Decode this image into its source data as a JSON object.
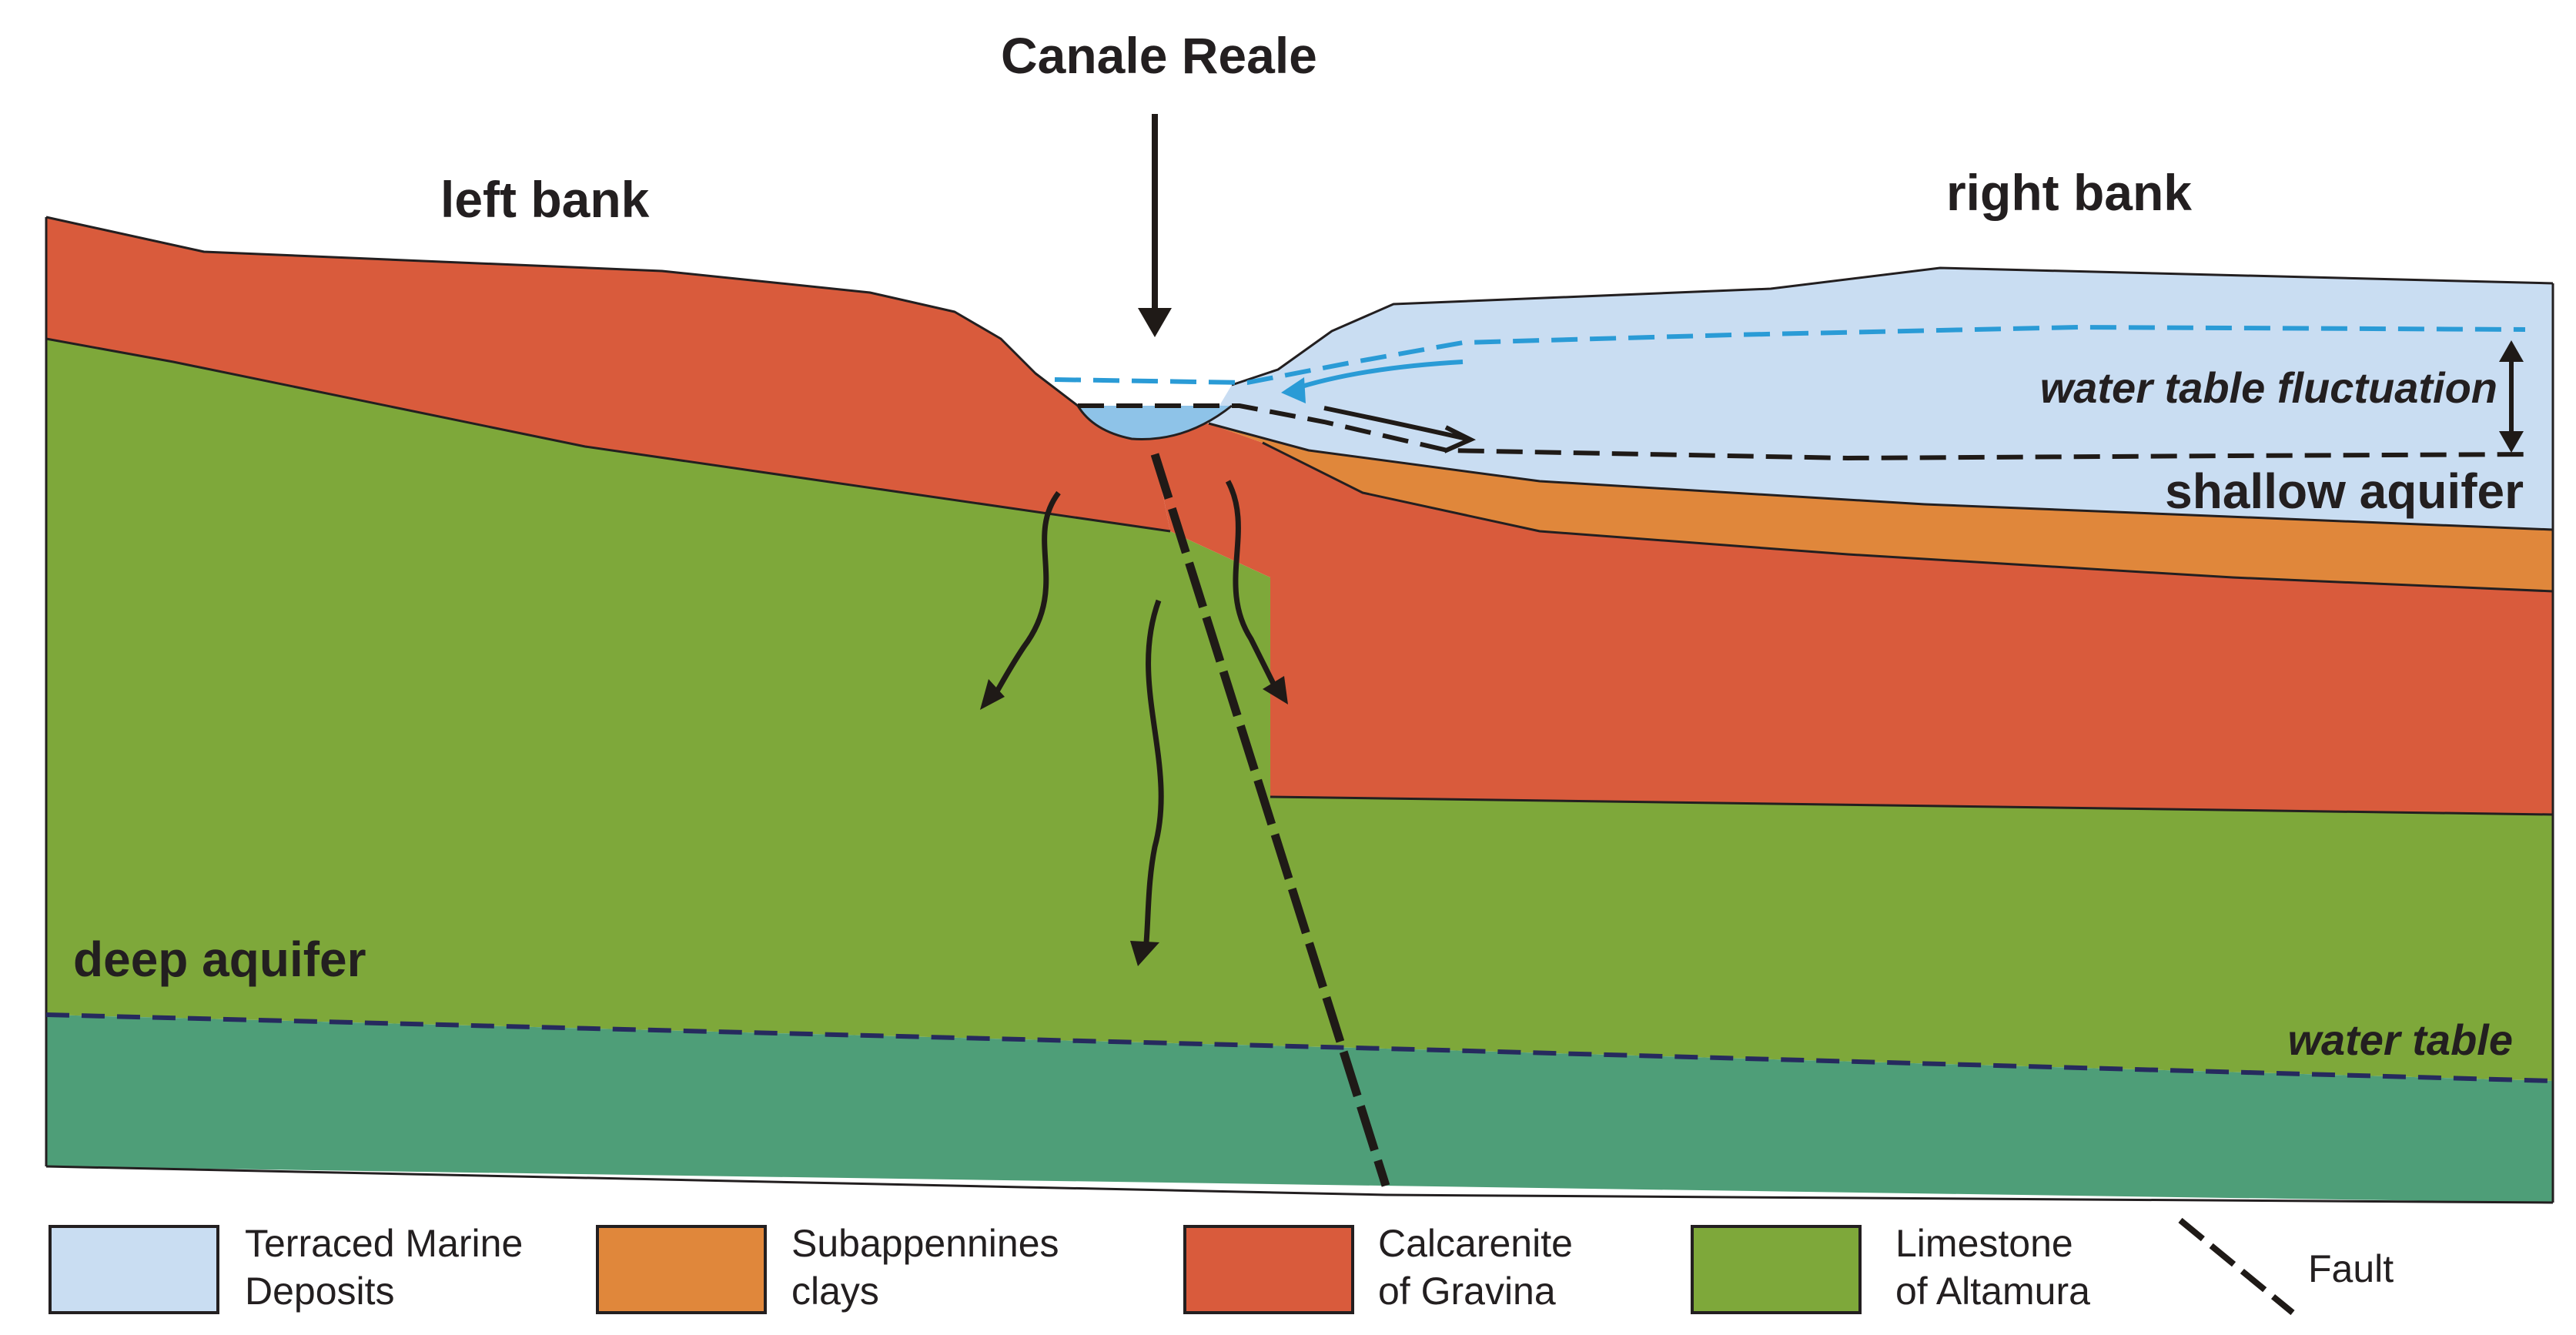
{
  "title": "Canale Reale",
  "labels": {
    "left_bank": "left bank",
    "right_bank": "right bank",
    "water_table_fluctuation": "water table fluctuation",
    "shallow_aquifer": "shallow aquifer",
    "deep_aquifer": "deep aquifer",
    "water_table": "water table"
  },
  "legend": [
    {
      "line1": "Terraced Marine",
      "line2": "Deposits",
      "color": "#c9ddf2"
    },
    {
      "line1": "Subappennines",
      "line2": "clays",
      "color": "#e0873b"
    },
    {
      "line1": "Calcarenite",
      "line2": "of Gravina",
      "color": "#d95b3c"
    },
    {
      "line1": "Limestone",
      "line2": "of Altamura",
      "color": "#7ea83a"
    }
  ],
  "legend_fault": "Fault",
  "colors": {
    "terraced_marine_deposits": "#c9ddf2",
    "subappennines_clays": "#e0873b",
    "calcarenite_of_gravina": "#d95b3c",
    "limestone_of_altamura": "#7ea83a",
    "saturated_zone": "#4e9e78",
    "river_water": "#8ec3e8",
    "flow_arrow": "#1f1a17",
    "fluctuation_line_blue": "#2a9bd6",
    "water_table_line": "#262a5e"
  }
}
